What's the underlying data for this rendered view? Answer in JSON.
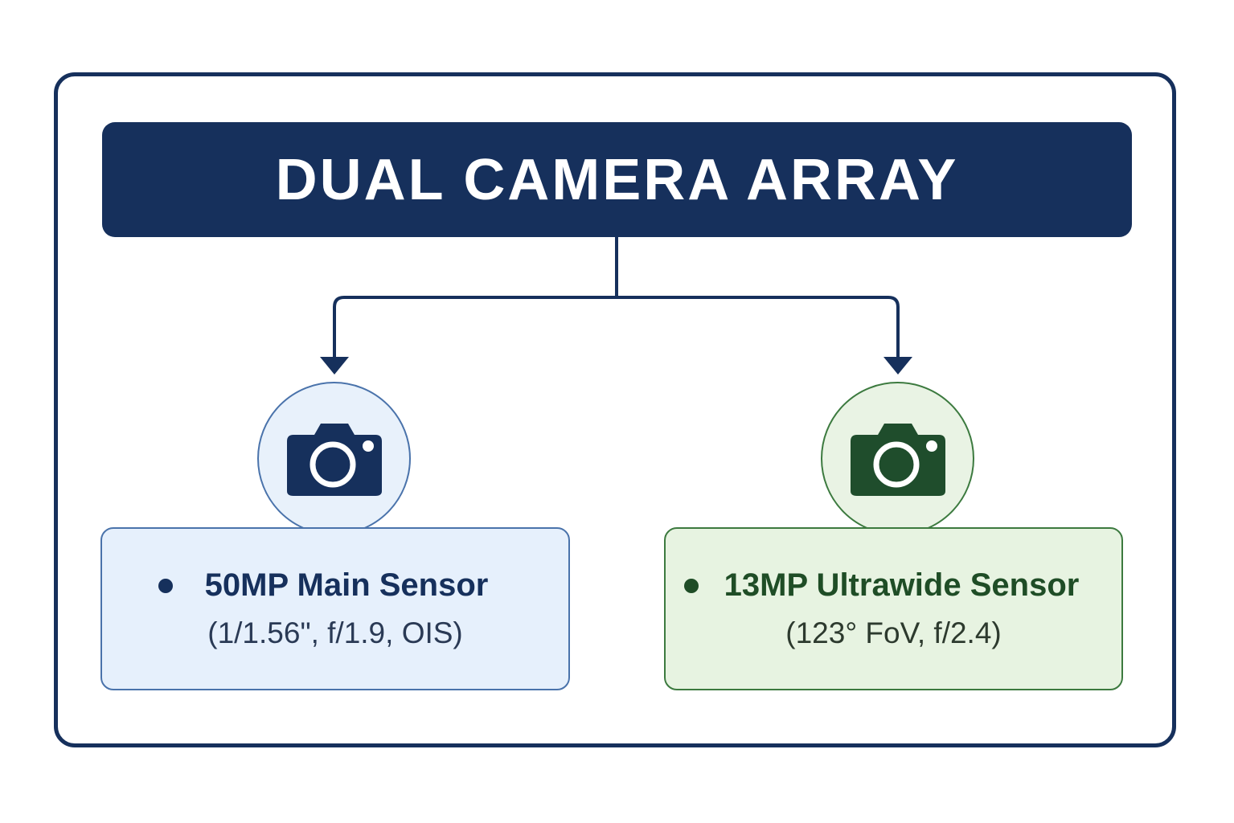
{
  "header": {
    "title": "DUAL CAMERA ARRAY"
  },
  "colors": {
    "navy": "#16305c",
    "main_accent": "#4a73ab",
    "main_fill": "#e6f0fc",
    "wide_accent": "#3c7a3f",
    "wide_dark": "#1f4d26",
    "wide_fill": "#e7f3e1"
  },
  "cameras": [
    {
      "icon": "camera-icon",
      "title": "50MP Main Sensor",
      "specs": "(1/1.56\", f/1.9, OIS)"
    },
    {
      "icon": "camera-icon",
      "title": "13MP Ultrawide Sensor",
      "specs": "(123° FoV, f/2.4)"
    }
  ]
}
